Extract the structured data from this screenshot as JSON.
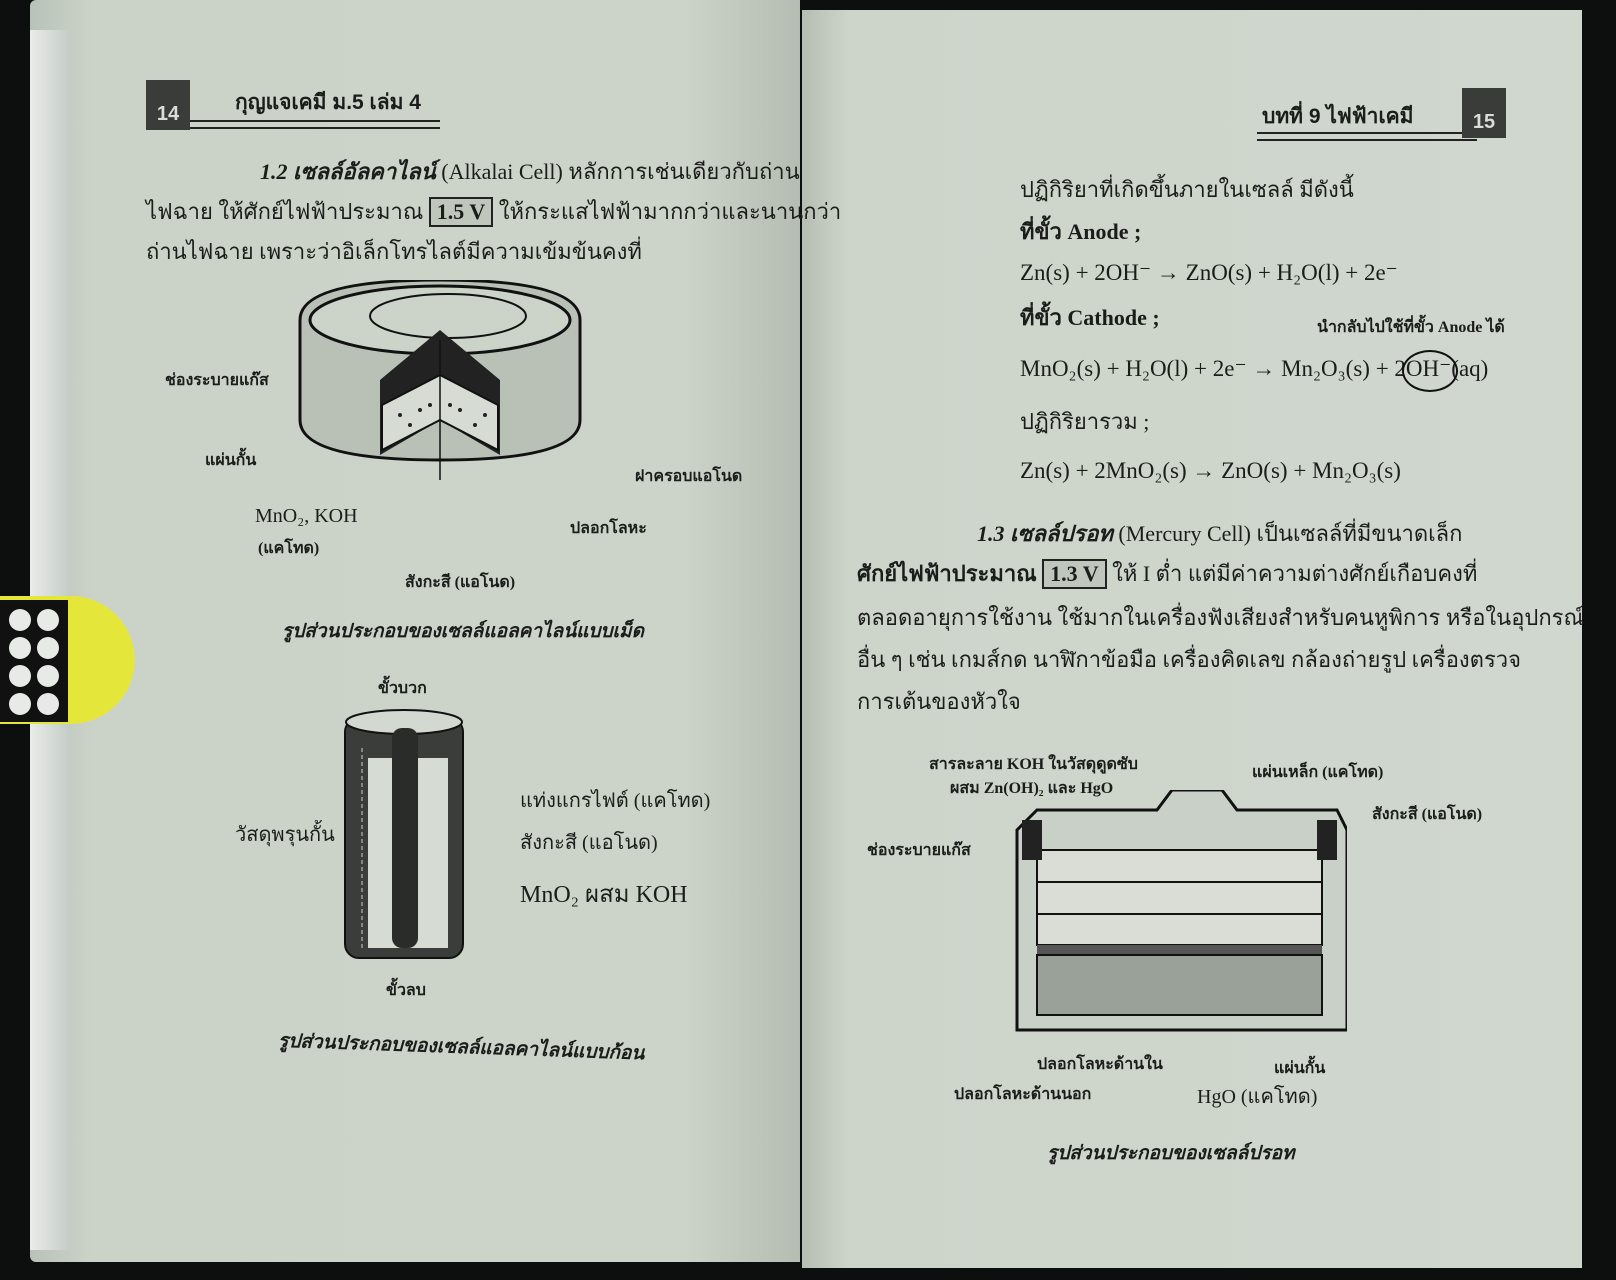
{
  "left_page": {
    "page_number": "14",
    "header_title": "กุญแจเคมี ม.5 เล่ม 4",
    "section_1_2": {
      "heading": "1.2 เซลล์อัลคาไลน์",
      "line1_rest": "(Alkalai Cell) หลักการเช่นเดียวกับถ่าน",
      "line2_pre": "ไฟฉาย ให้ศักย์ไฟฟ้าประมาณ",
      "voltage": "1.5 V",
      "line2_post": "ให้กระแสไฟฟ้ามากกว่าและนานกว่า",
      "line3": "ถ่านไฟฉาย เพราะว่าอิเล็กโทรไลต์มีความเข้มข้นคงที่"
    },
    "figure_button": {
      "labels": {
        "gas_vent": "ช่องระบายแก๊ส",
        "separator": "แผ่นกั้น",
        "cathode_mix": "MnO₂, KOH",
        "cathode_note": "(แคโทด)",
        "zinc": "สังกะสี (แอโนด)",
        "metal_case": "ปลอกโลหะ",
        "anode_cap": "ฝาครอบแอโนด"
      },
      "caption": "รูปส่วนประกอบของเซลล์แอลคาไลน์แบบเม็ด"
    },
    "figure_cylinder": {
      "labels": {
        "positive": "ขั้วบวก",
        "negative": "ขั้วลบ",
        "graphite": "แท่งแกรไฟต์ (แคโทด)",
        "porous": "วัสดุพรุนกั้น",
        "zinc": "สังกะสี (แอโนด)",
        "mix": "MnO₂ ผสม KOH"
      },
      "caption": "รูปส่วนประกอบของเซลล์แอลคาไลน์แบบก้อน"
    }
  },
  "right_page": {
    "page_number": "15",
    "header_title": "บทที่ 9 ไฟฟ้าเคมี",
    "reactions_intro": "ปฏิกิริยาที่เกิดขึ้นภายในเซลล์ มีดังนี้",
    "anode_label": "ที่ขั้ว Anode ;",
    "anode_eq": "Zn(s) + 2OH⁻ → ZnO(s) + H₂O(l) + 2e⁻",
    "cathode_label": "ที่ขั้ว Cathode ;",
    "cathode_note": "นำกลับไปใช้ที่ขั้ว Anode ได้",
    "cathode_eq": "MnO₂(s) + H₂O(l) + 2e⁻ → Mn₂O₃(s) + 2OH⁻(aq)",
    "overall_label": "ปฏิกิริยารวม ;",
    "overall_eq": "Zn(s) + 2MnO₂(s) → ZnO(s) + Mn₂O₃(s)",
    "section_1_3": {
      "heading": "1.3 เซลล์ปรอท",
      "line1_rest": "(Mercury Cell) เป็นเซลล์ที่มีขนาดเล็ก",
      "line2_pre": "ศักย์ไฟฟ้าประมาณ",
      "voltage": "1.3 V",
      "line2_post": "ให้ I ต่ำ แต่มีค่าความต่างศักย์เกือบคงที่",
      "line3": "ตลอดอายุการใช้งาน ใช้มากในเครื่องฟังเสียงสำหรับคนหูพิการ หรือในอุปกรณ์",
      "line4": "อื่น ๆ เช่น เกมส์กด นาฬิกาข้อมือ เครื่องคิดเลข กล้องถ่ายรูป เครื่องตรวจ",
      "line5": "การเต้นของหัวใจ"
    },
    "figure_mercury": {
      "labels": {
        "electrolyte_1": "สารละลาย KOH ในวัสดุดูดซับ",
        "electrolyte_2": "ผสม Zn(OH)₂ และ HgO",
        "steel_plate": "แผ่นเหล็ก (แคโทด)",
        "zinc": "สังกะสี (แอโนด)",
        "gas_vent": "ช่องระบายแก๊ส",
        "inner_case": "ปลอกโลหะด้านใน",
        "outer_case": "ปลอกโลหะด้านนอก",
        "separator": "แผ่นกั้น",
        "hgo": "HgO (แคโทด)"
      },
      "caption": "รูปส่วนประกอบของเซลล์ปรอท"
    }
  }
}
